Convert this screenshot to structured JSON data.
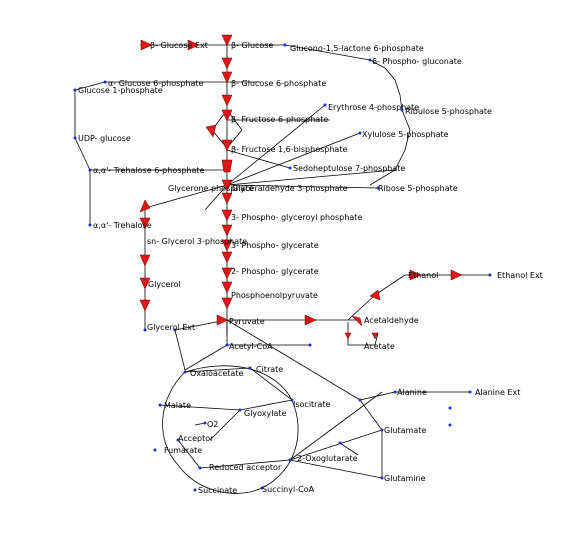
{
  "labels": {
    "beta_glucose_ext": "β- Glucose Ext",
    "beta_glucose": "β- Glucose",
    "glucono_lactone": "Glucono-1,5-lactone 6-phosphate",
    "phospho_gluconate": "6- Phospho- gluconate",
    "alpha_glucose_6p": "α- Glucose 6-phosphate",
    "glucose_1p": "Glucose 1-phosphate",
    "beta_glucose_6p": "β- Glucose 6-phosphate",
    "ribulose_5p": "Ribulose 5-phosphate",
    "udp_glucose": "UDP- glucose",
    "erythrose_4p": "Erythrose 4-phosphate",
    "fructose_6p": "β- Fructose 6-phosphate",
    "xylulose_5p": "Xylulose 5-phosphate",
    "fructose_16bp": "β- Fructose 1,6-bisphosphate",
    "trehalose_6p": "α,α'- Trehalose 6-phosphate",
    "sedoheptulose_7p": "Sedoheptulose 7-phosphate",
    "glycerone_p": "Glycerone phosphate",
    "glyceraldehyde_3p": "Glyceraldehyde 3-phosphate",
    "ribose_5p": "Ribose 5-phosphate",
    "phospho_glyceroyl": "3- Phospho- glyceroyl phosphate",
    "trehalose": "α,α'- Trehalose",
    "sn_glycerol_3p": "sn- Glycerol 3-phosphate",
    "phospho_glycerate_3": "3- Phospho- glycerate",
    "phospho_glycerate_2": "2- Phospho- glycerate",
    "glycerol": "Glycerol",
    "ethanol": "Ethanol",
    "ethanol_ext": "Ethanol Ext",
    "pep": "Phosphoenolpyruvate",
    "glycerol_ext": "Glycerol Ext",
    "pyruvate": "Pyruvate",
    "acetaldehyde": "Acetaldehyde",
    "acetyl_coa": "Acetyl-CoA",
    "acetate": "Acetate",
    "oxaloacetate": "Oxaloacetate",
    "citrate": "Citrate",
    "alanine": "Alanine",
    "alanine_ext": "Alanine Ext",
    "malate": "Malate",
    "isocitrate": "Isocitrate",
    "glyoxylate": "Glyoxylate",
    "o2": "O2",
    "glutamate": "Glutamate",
    "acceptor": "Acceptor",
    "fumarate": "Fumarate",
    "oxoglutarate": "2-Oxoglutarate",
    "reduced_acceptor": "Reduced acceptor",
    "glutamine": "Glutamine",
    "succinate": "Succinate",
    "succinyl_coa": "Succinyl-CoA"
  },
  "colors": {
    "arrow_fill": "#e01818",
    "node": "#1f2bd6",
    "edge": "#000000"
  }
}
